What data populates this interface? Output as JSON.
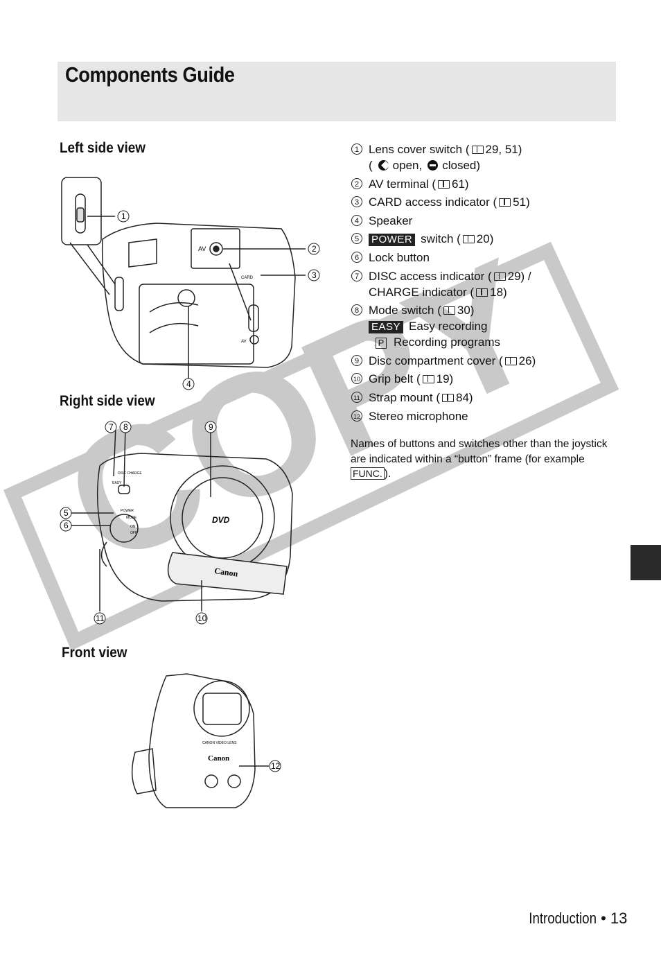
{
  "page": {
    "title": "Components Guide",
    "watermark": "COPY"
  },
  "sections": {
    "left": "Left side view",
    "right": "Right side view",
    "front": "Front view"
  },
  "components": [
    {
      "num": "1",
      "label": "Lens cover switch (",
      "ref": "29, 51)",
      "sub_open": "open,",
      "sub_closed": "closed)"
    },
    {
      "num": "2",
      "label": "AV terminal (",
      "ref": "61)"
    },
    {
      "num": "3",
      "label": "CARD access indicator (",
      "ref": "51)"
    },
    {
      "num": "4",
      "label": "Speaker"
    },
    {
      "num": "5",
      "badge": "POWER",
      "label": "switch (",
      "ref": "20)"
    },
    {
      "num": "6",
      "label": "Lock button"
    },
    {
      "num": "7",
      "label": "DISC access indicator (",
      "ref": "29) /",
      "line2": "CHARGE indicator (",
      "ref2": "18)"
    },
    {
      "num": "8",
      "label": "Mode switch (",
      "ref": "30)",
      "easy_badge": "EASY",
      "easy_label": "Easy recording",
      "p_badge": "P",
      "p_label": "Recording programs"
    },
    {
      "num": "9",
      "label": "Disc compartment cover (",
      "ref": "26)"
    },
    {
      "num": "10",
      "label": "Grip belt (",
      "ref": "19)"
    },
    {
      "num": "11",
      "label": "Strap mount (",
      "ref": "84)"
    },
    {
      "num": "12",
      "label": "Stereo microphone"
    }
  ],
  "note": {
    "text1": "Names of buttons and switches other than the joystick are indicated within a “button” frame (for example ",
    "func": "FUNC.",
    "text2": ")."
  },
  "figure_labels": {
    "av": "AV",
    "card": "CARD",
    "av2": "AV",
    "canon": "Canon",
    "dvd": "DVD",
    "easy": "EASY",
    "disc_charge": "DISC CHARGE",
    "power": "POWER",
    "mode": "MODE",
    "on": "ON",
    "off": "OFF",
    "canon_front": "Canon",
    "lens": "CANON VIDEO LENS"
  },
  "callouts": {
    "c1": "1",
    "c2": "2",
    "c3": "3",
    "c4": "4",
    "c5": "5",
    "c6": "6",
    "c7": "7",
    "c8": "8",
    "c9": "9",
    "c10": "10",
    "c11": "11",
    "c12": "12"
  },
  "footer": {
    "section": "Introduction",
    "bullet": "•",
    "page_number": "13"
  }
}
